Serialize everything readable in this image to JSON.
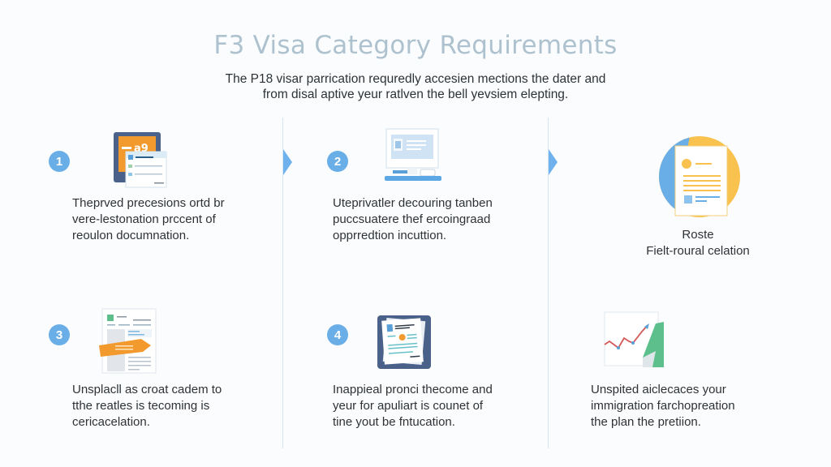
{
  "header": {
    "title": "F3 Visa Category Requirements",
    "subtitle_line1": "The P18 visar parrication requredly accesien mections the dater and",
    "subtitle_line2": "from disal aptive yeur ratlven the bell yevsiem elepting."
  },
  "steps": [
    {
      "number": "1",
      "icon": "document-stack-icon",
      "lines": [
        "Theprved precesions ortd br",
        "vere-lestonation prccent of",
        "reoulon documnation."
      ]
    },
    {
      "number": "2",
      "icon": "computer-id-icon",
      "lines": [
        "Uteprivatler decouring tanben",
        "puccsuatere thef ercoingraad",
        "opprredtion incuttion."
      ]
    },
    {
      "number": "",
      "icon": "resume-document-icon",
      "lines": [
        "Roste",
        "Fielt-roural celation"
      ]
    },
    {
      "number": "3",
      "icon": "document-pencil-icon",
      "lines": [
        "Unsplacll as croat cadem to",
        "tthe reatles is tecoming is",
        "cericacelation."
      ]
    },
    {
      "number": "4",
      "icon": "certificate-document-icon",
      "lines": [
        "Inappieal pronci thecome and",
        "yeur for apuliart is counet of",
        "tine yout be fntucation."
      ]
    },
    {
      "number": "",
      "icon": "growth-chart-icon",
      "lines": [
        "Unspited aiclecaces your",
        "immigration farchopreation",
        "the plan the pretiion."
      ]
    }
  ],
  "colors": {
    "accent_blue": "#6aaee8",
    "orange": "#f29a2e",
    "yellow": "#f9c14d",
    "green": "#5cbf8c",
    "navy": "#4a6189",
    "divider": "#d6e6f0"
  }
}
